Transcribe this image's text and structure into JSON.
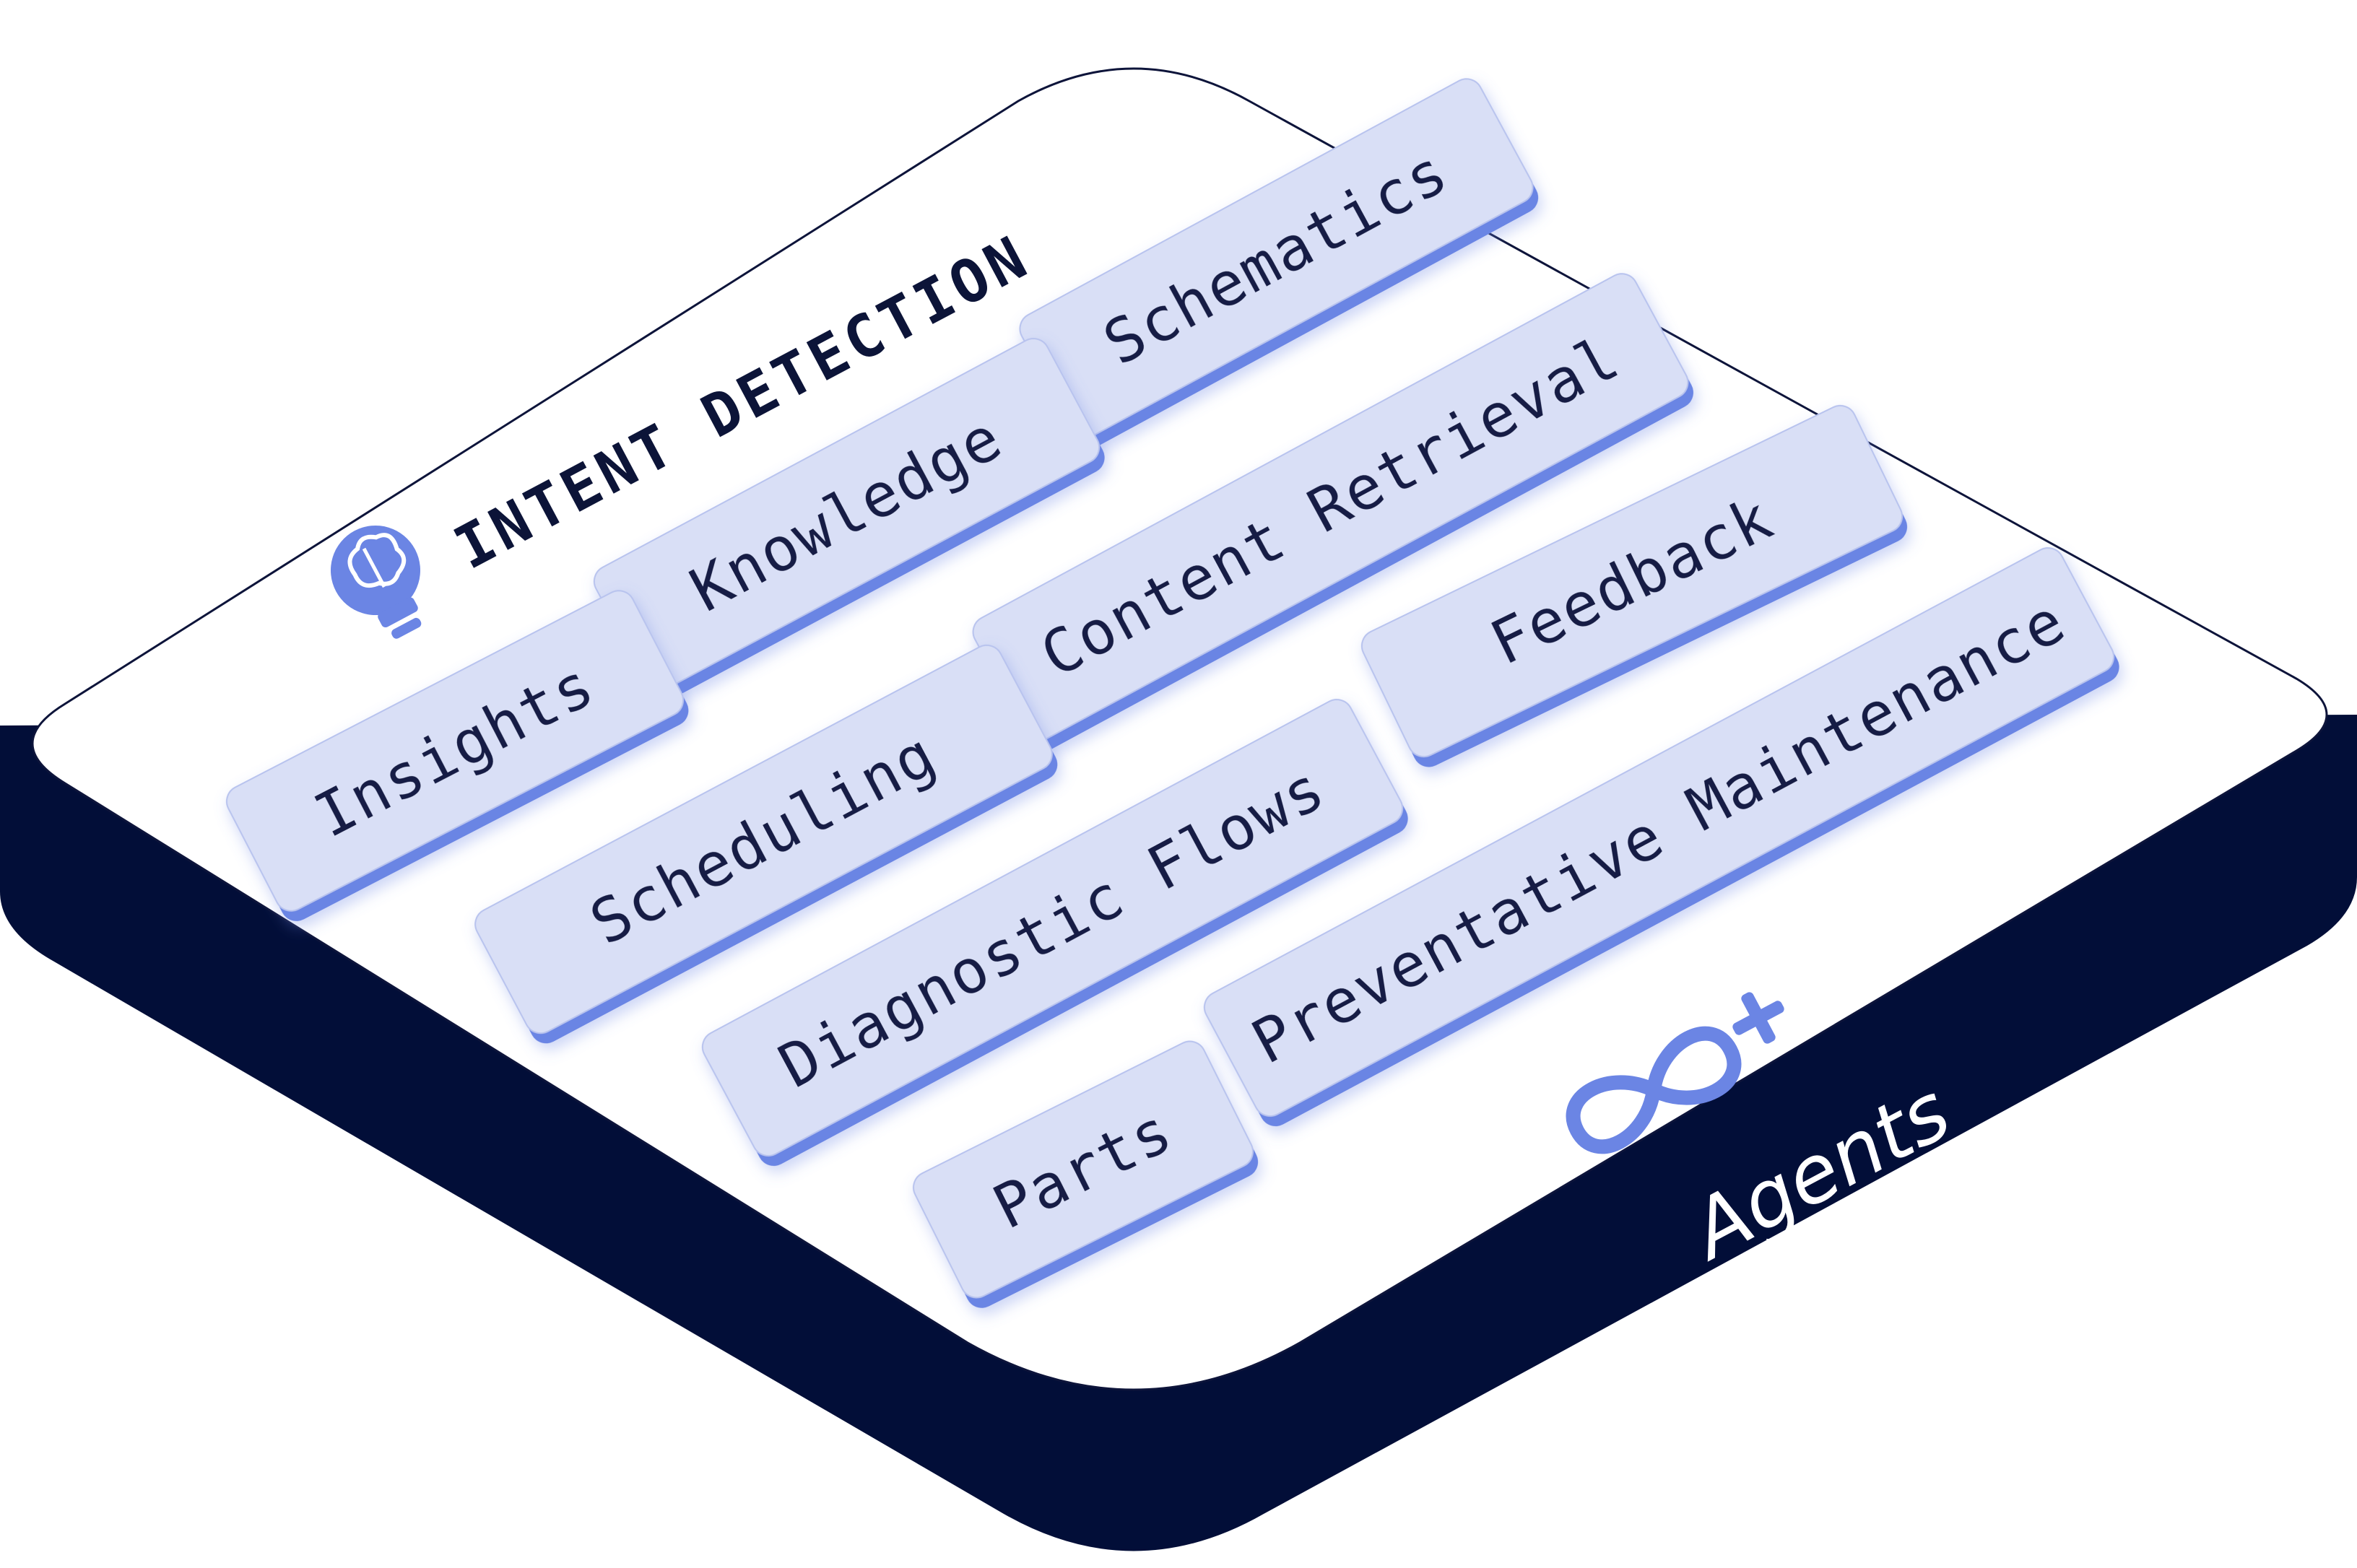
{
  "title": "INTENT DETECTION",
  "footer_label": "Agents",
  "colors": {
    "platform_top": "#ffffff",
    "platform_side": "#020e38",
    "pill_face": "#d9dff6",
    "pill_side": "#6b85e4",
    "text": "#141c44",
    "accent": "#6b85e4"
  },
  "icons": {
    "title_icon": "lightbulb-brain-icon",
    "agents_icon": "infinity-plus-icon"
  },
  "modules": [
    {
      "id": "schematics",
      "label": "Schematics"
    },
    {
      "id": "knowledge",
      "label": "Knowledge"
    },
    {
      "id": "content-retrieval",
      "label": "Content Retrieval"
    },
    {
      "id": "feedback",
      "label": "Feedback"
    },
    {
      "id": "insights",
      "label": "Insights"
    },
    {
      "id": "scheduling",
      "label": "Scheduling"
    },
    {
      "id": "diagnostic-flows",
      "label": "Diagnostic Flows"
    },
    {
      "id": "preventative-maintenance",
      "label": "Preventative Maintenance"
    },
    {
      "id": "parts",
      "label": "Parts"
    }
  ]
}
